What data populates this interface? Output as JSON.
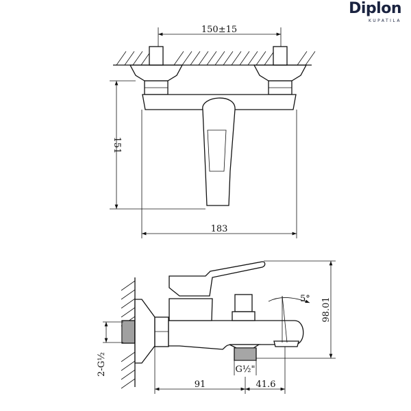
{
  "brand": {
    "name": "Diplon",
    "tagline": "KUPATILA",
    "color": "#1a2340"
  },
  "front_view": {
    "dim_spacing": "150±15",
    "dim_height": "151",
    "dim_width": "183"
  },
  "side_view": {
    "dim_height": "98.01",
    "dim_angle": "5°",
    "dim_outlet_thread": "G½\"",
    "dim_inlet_thread": "2-G½",
    "dim_wall_to_outlet": "91",
    "dim_outlet_to_spout": "41.6"
  }
}
